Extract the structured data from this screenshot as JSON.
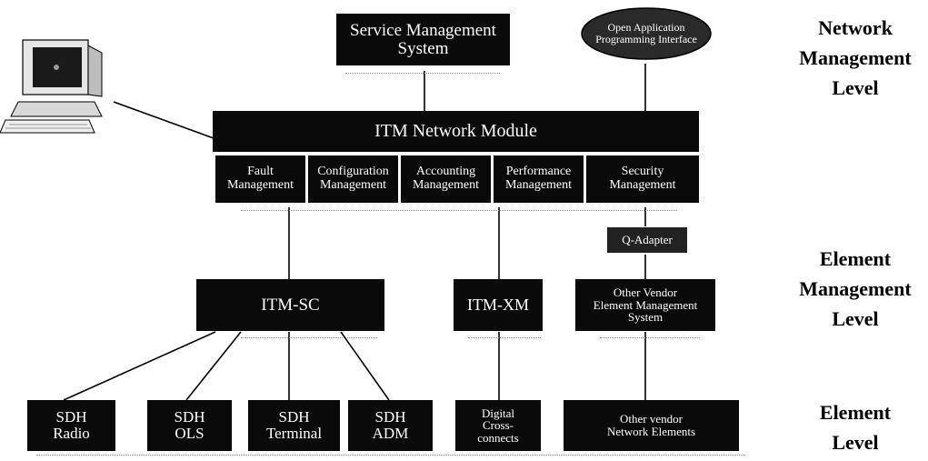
{
  "colors": {
    "box_fill": "#0a0a0a",
    "box_text": "#ffffff",
    "line": "#000000",
    "label_text": "#000000"
  },
  "top": {
    "service_management": "Service Management\nSystem",
    "open_api": "Open Application\nProgramming Interface"
  },
  "network_module": {
    "title": "ITM Network Module",
    "functions": [
      "Fault\nManagement",
      "Configuration\nManagement",
      "Accounting\nManagement",
      "Performance\nManagement",
      "Security\nManagement"
    ]
  },
  "q_adapter": "Q-Adapter",
  "element_managers": {
    "itm_sc": "ITM-SC",
    "itm_xm": "ITM-XM",
    "other_vendor_ems": "Other Vendor\nElement Management\nSystem"
  },
  "network_elements": {
    "sdh_radio": "SDH\nRadio",
    "sdh_ols": "SDH\nOLS",
    "sdh_terminal": "SDH\nTerminal",
    "sdh_adm": "SDH\nADM",
    "digital_cross_connects": "Digital\nCross-\nconnects",
    "other_vendor_ne": "Other vendor\nNetwork Elements"
  },
  "levels": {
    "network": "Network\nManagement\nLevel",
    "element_management": "Element\nManagement\nLevel",
    "element": "Element\nLevel"
  }
}
